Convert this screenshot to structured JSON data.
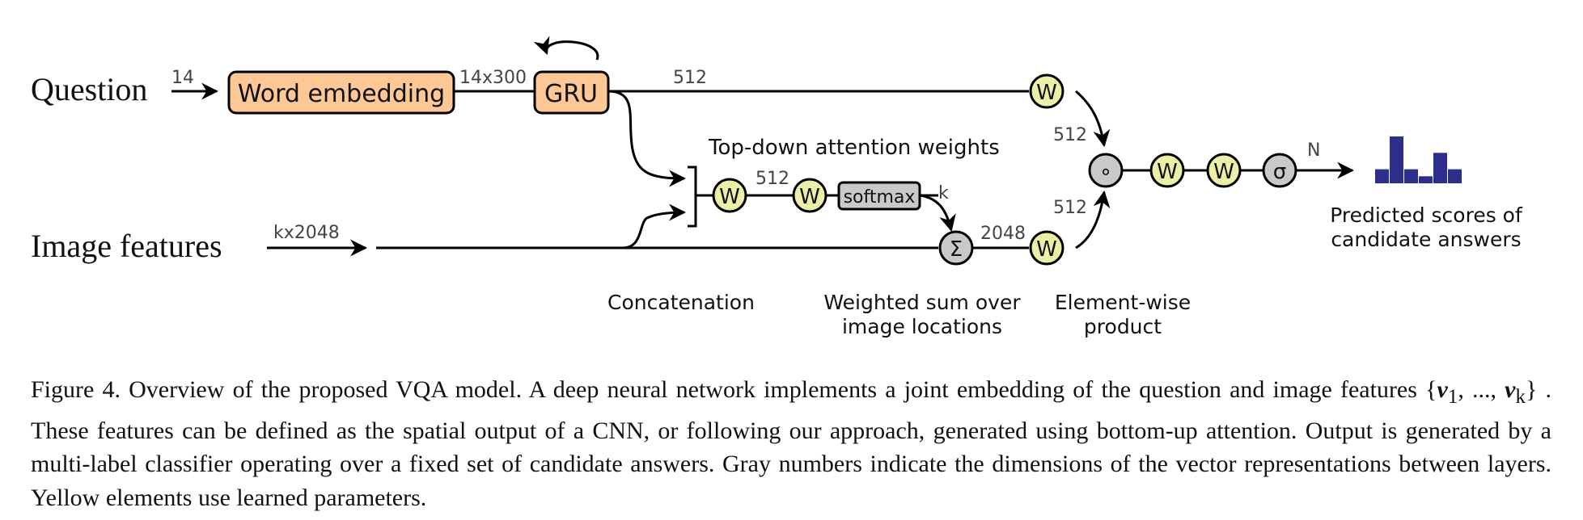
{
  "inputs": {
    "question": "Question",
    "image_features": "Image features"
  },
  "dims": {
    "question_len": "14",
    "embed": "14x300",
    "gru_out": "512",
    "attn_hidden": "512",
    "attn_k": "k",
    "img_in": "kx2048",
    "weighted_sum": "2048",
    "q_proj": "512",
    "v_proj": "512",
    "output": "N"
  },
  "nodes": {
    "word_embedding": "Word embedding",
    "gru": "GRU",
    "softmax": "softmax",
    "weight": "W",
    "sum": "Σ",
    "product": "∘",
    "sigmoid": "σ"
  },
  "annotations": {
    "attention": "Top-down attention weights",
    "concatenation": "Concatenation",
    "weighted_sum_1": "Weighted sum over",
    "weighted_sum_2": "image locations",
    "elementwise_1": "Element-wise",
    "elementwise_2": "product",
    "scores_1": "Predicted scores of",
    "scores_2": "candidate answers"
  },
  "scores_chart": {
    "bars": [
      0.3,
      1.0,
      0.3,
      0.15,
      0.65,
      0.3
    ]
  },
  "colors": {
    "embed_fill": "#fdc896",
    "weight_fill": "#ecefa8",
    "op_fill": "#c9c9cb",
    "bar_fill": "#2e2f8d"
  },
  "caption": {
    "figure": "Figure 4. Overview of the proposed VQA model. A deep neural network implements a joint embedding of the question and image features",
    "set_open": "{",
    "v1": "v",
    "sub1": "1",
    "sep": ", ..., ",
    "vk": "v",
    "subk": "k",
    "set_close": "}",
    "rest1": ". These features can be defined as the spatial output of a CNN, or following our approach, generated using bottom-up attention. Output is generated by a multi-label classifier operating over a fixed set of candidate answers. Gray numbers indicate the dimensions of the vector representations between layers. Yellow elements use learned parameters."
  }
}
